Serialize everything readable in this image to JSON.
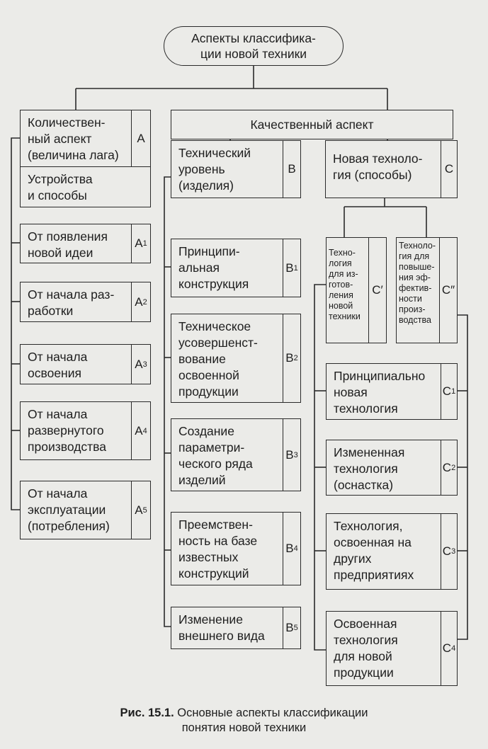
{
  "root": {
    "text": "Аспекты классифика-\nции новой техники"
  },
  "quantitative": {
    "text": "Количествен-\nный аспект\n(величина лага)",
    "tag": "A",
    "sub_text": "Устройства\nи способы"
  },
  "a_items": [
    {
      "text": "От появления\nновой идеи",
      "tag": "A",
      "sub": "1"
    },
    {
      "text": "От начала раз-\nработки",
      "tag": "A",
      "sub": "2"
    },
    {
      "text": "От начала\nосвоения",
      "tag": "A",
      "sub": "3"
    },
    {
      "text": "От начала\nразвернутого\nпроизводства",
      "tag": "A",
      "sub": "4"
    },
    {
      "text": "От начала\nэксплуатации\n(потребления)",
      "tag": "A",
      "sub": "5"
    }
  ],
  "qualitative": {
    "text": "Качественный аспект"
  },
  "tech_level": {
    "text": "Технический\nуровень\n(изделия)",
    "tag": "B"
  },
  "b_items": [
    {
      "text": "Принципи-\nальная\nконструкция",
      "tag": "B",
      "sub": "1"
    },
    {
      "text": "Техническое\nусовершенст-\nвование\nосвоенной\nпродукции",
      "tag": "B",
      "sub": "2"
    },
    {
      "text": "Создание\nпараметри-\nческого ряда\nизделий",
      "tag": "B",
      "sub": "3"
    },
    {
      "text": "Преемствен-\nность на базе\nизвестных\nконструкций",
      "tag": "B",
      "sub": "4"
    },
    {
      "text": "Изменение\nвнешнего вида",
      "tag": "B",
      "sub": "5"
    }
  ],
  "new_tech": {
    "text": "Новая техноло-\nгия (способы)",
    "tag": "C"
  },
  "c_prime": {
    "text": "Техно-\nлогия\nдля из-\nготов-\nления\nновой\nтехники",
    "tag": "C′"
  },
  "c_dprime": {
    "text": "Техноло-\nгия для\nповыше-\nния эф-\nфектив-\nности\nпроиз-\nводства",
    "tag": "C″"
  },
  "c_items": [
    {
      "text": "Принципиально\nновая\nтехнология",
      "tag": "C",
      "sub": "1"
    },
    {
      "text": "Измененная\nтехнология\n(оснастка)",
      "tag": "C",
      "sub": "2"
    },
    {
      "text": "Технология,\nосвоенная на\nдругих\nпредприятиях",
      "tag": "C",
      "sub": "3"
    },
    {
      "text": "Освоенная\nтехнология\nдля новой\nпродукции",
      "tag": "C",
      "sub": "4"
    }
  ],
  "caption": {
    "label": "Рис. 15.1.",
    "text": "Основные аспекты классификации\nпонятия новой техники"
  }
}
